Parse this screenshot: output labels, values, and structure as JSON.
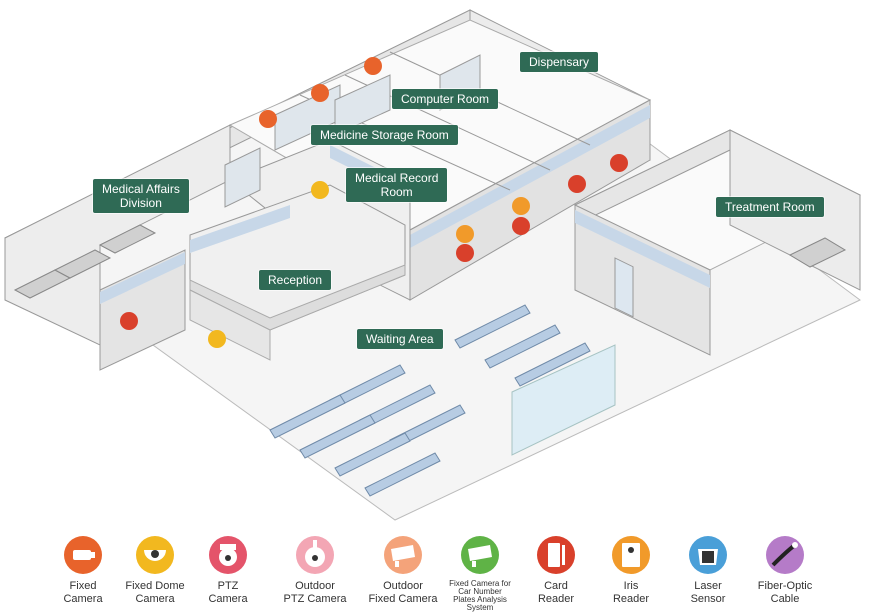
{
  "rooms": {
    "dispensary": "Dispensary",
    "computer_room": "Computer Room",
    "medicine_storage_room": "Medicine Storage Room",
    "medical_record_room": "Medical Record\nRoom",
    "medical_affairs_division": "Medical Affairs\nDivision",
    "reception": "Reception",
    "waiting_area": "Waiting Area",
    "treatment_room": "Treatment Room"
  },
  "legend": [
    {
      "icon": "fixed-camera-icon",
      "label": "Fixed\nCamera",
      "color": "#e8632b"
    },
    {
      "icon": "fixed-dome-camera-icon",
      "label": "Fixed Dome\nCamera",
      "color": "#f2b81f"
    },
    {
      "icon": "ptz-camera-icon",
      "label": "PTZ\nCamera",
      "color": "#e4546a"
    },
    {
      "icon": "outdoor-ptz-camera-icon",
      "label": "Outdoor\nPTZ Camera",
      "color": "#f3a6b4"
    },
    {
      "icon": "outdoor-fixed-camera-icon",
      "label": "Outdoor\nFixed Camera",
      "color": "#f4a37a"
    },
    {
      "icon": "fixed-camera-car-number-plates-icon",
      "label": "Fixed Camera for\nCar Number\nPlates Analysis\nSystem",
      "color": "#5fb346"
    },
    {
      "icon": "card-reader-icon",
      "label": "Card\nReader",
      "color": "#d9402b"
    },
    {
      "icon": "iris-reader-icon",
      "label": "Iris\nReader",
      "color": "#f19a2a"
    },
    {
      "icon": "laser-sensor-icon",
      "label": "Laser\nSensor",
      "color": "#4a9fd8"
    },
    {
      "icon": "fiber-optic-cable-icon",
      "label": "Fiber-Optic\nCable",
      "color": "#b57bc8"
    }
  ]
}
